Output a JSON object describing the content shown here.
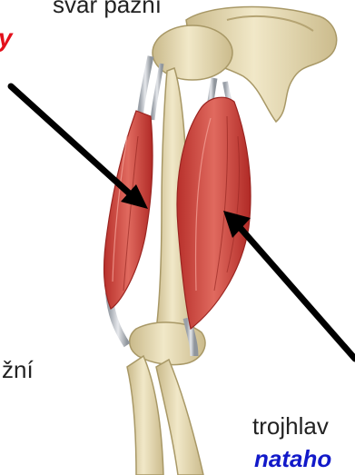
{
  "labels": {
    "top_black": "svar pažní",
    "top_red": "y",
    "left_partial": "žní",
    "bottom_black": "trojhlav",
    "bottom_blue": "nataho"
  },
  "colors": {
    "label_dark": "#222222",
    "accent_red": "#e3101b",
    "accent_blue": "#1219c9",
    "bone": "#e8ddb8",
    "muscle": "#d24b43",
    "arrow": "#000000"
  }
}
